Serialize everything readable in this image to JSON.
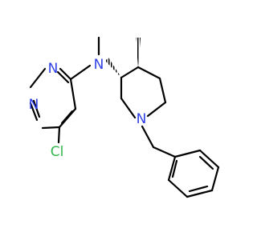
{
  "molecule": {
    "atoms": {
      "n_amine": "N",
      "n_pyrimidine_top": "N",
      "n_pyrimidine_bottom": "N",
      "chlorine": "Cl",
      "n_piperidine": "N"
    },
    "colors": {
      "bond": "#000000",
      "nitrogen": "#2f3fe6",
      "chlorine": "#2fb54a",
      "background": "#ffffff"
    },
    "stereo_bonds": [
      "wedge-hash-to-methyl",
      "wedge-hash-to-amine"
    ],
    "rings": [
      "pyrimidine",
      "piperidine",
      "benzene"
    ]
  }
}
